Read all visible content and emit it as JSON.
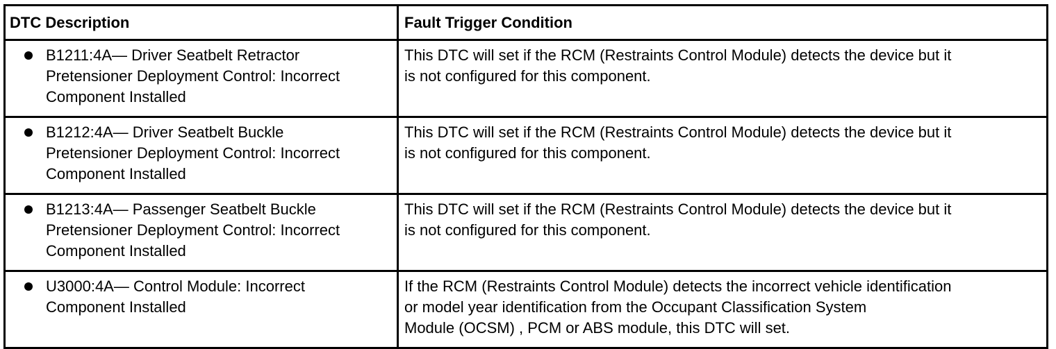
{
  "table": {
    "headers": {
      "col1": "DTC Description",
      "col2": "Fault Trigger Condition"
    },
    "rows": [
      {
        "description": "B1211:4A— Driver Seatbelt Retractor\nPretensioner Deployment Control: Incorrect\nComponent Installed",
        "condition": "This DTC will set if the RCM (Restraints Control Module) detects the device but it\nis not configured for this component."
      },
      {
        "description": "B1212:4A— Driver Seatbelt Buckle\nPretensioner Deployment Control: Incorrect\nComponent Installed",
        "condition": "This DTC will set if the RCM (Restraints Control Module) detects the device but it\nis not configured for this component."
      },
      {
        "description": "B1213:4A— Passenger Seatbelt Buckle\nPretensioner Deployment Control: Incorrect\nComponent Installed",
        "condition": "This DTC will set if the RCM (Restraints Control Module) detects the device but it\nis not configured for this component."
      },
      {
        "description": "U3000:4A— Control Module: Incorrect\nComponent Installed",
        "condition": "If the RCM (Restraints Control Module) detects the incorrect vehicle identification\nor model year identification from the Occupant Classification System\nModule (OCSM) , PCM or ABS module, this DTC will set."
      }
    ]
  },
  "icons": {
    "bullet": "bullet-dot-icon"
  }
}
